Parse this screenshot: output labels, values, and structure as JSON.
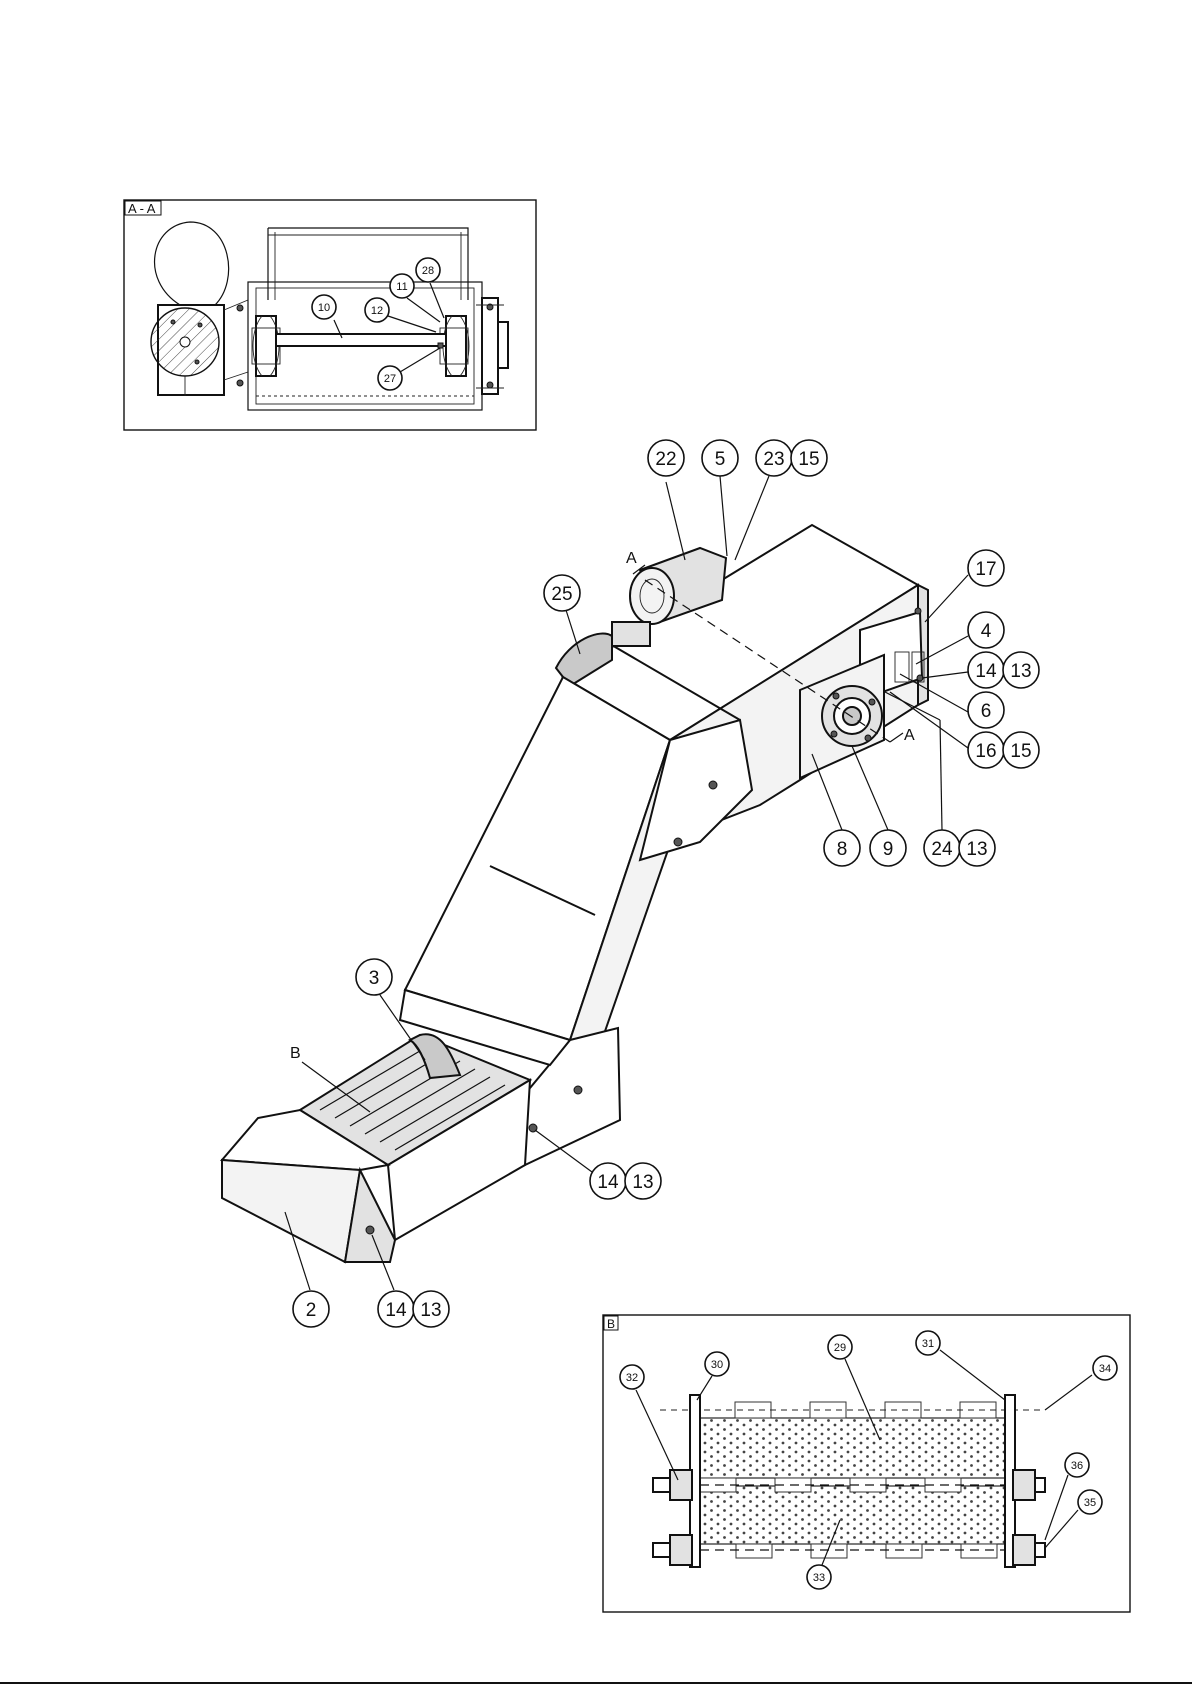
{
  "section_view": {
    "label": "A - A",
    "callouts": [
      "10",
      "11",
      "12",
      "27",
      "28"
    ]
  },
  "detail_view": {
    "label": "B",
    "callouts": [
      "29",
      "30",
      "31",
      "32",
      "33",
      "34",
      "35",
      "36"
    ]
  },
  "main_view": {
    "section_markers": [
      "A",
      "A"
    ],
    "detail_marker": "B",
    "callouts": [
      [
        "22"
      ],
      [
        "5"
      ],
      [
        "23",
        "15"
      ],
      [
        "25"
      ],
      [
        "17"
      ],
      [
        "4"
      ],
      [
        "14",
        "13"
      ],
      [
        "6"
      ],
      [
        "16",
        "15"
      ],
      [
        "8"
      ],
      [
        "9"
      ],
      [
        "24",
        "13"
      ],
      [
        "3"
      ],
      [
        "14",
        "13"
      ],
      [
        "2"
      ],
      [
        "14",
        "13"
      ]
    ]
  }
}
